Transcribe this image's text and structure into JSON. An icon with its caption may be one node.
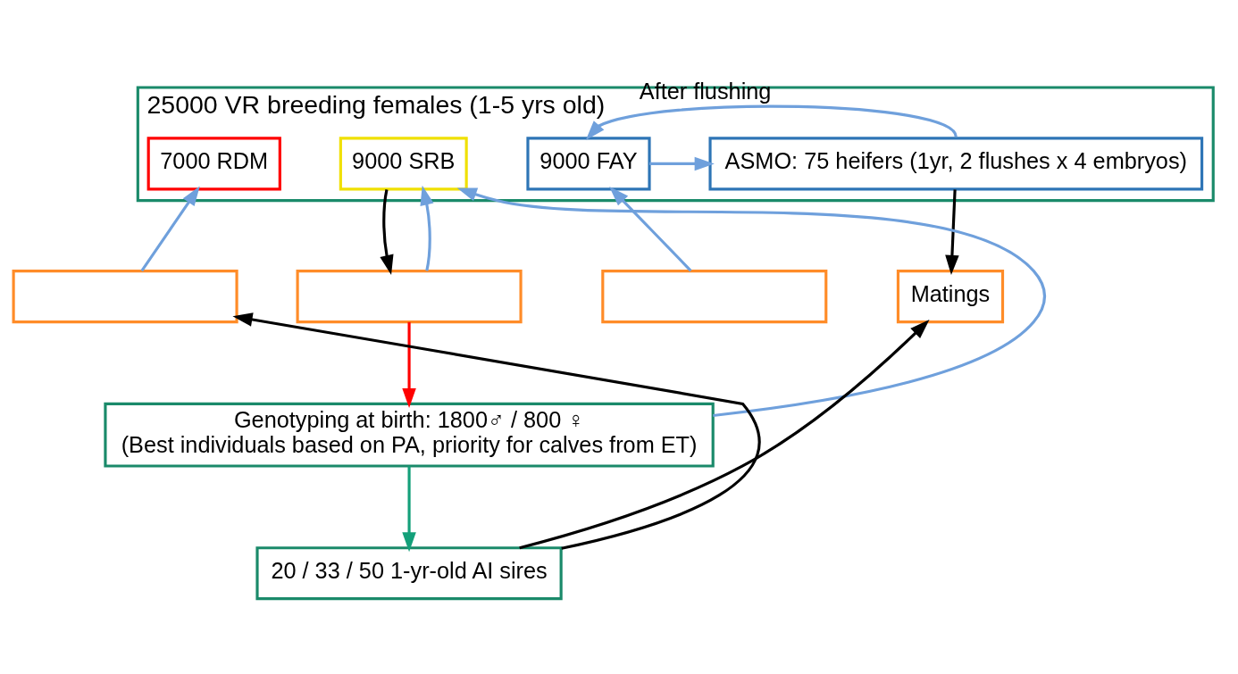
{
  "diagram": {
    "nodes": [
      {
        "text": [
          "25000 VR breeding females (1-5 yrs old)"
        ]
      },
      {
        "text": [
          "7000 RDM"
        ],
        "in": 0
      },
      {
        "text": [
          "9000 SRB"
        ],
        "in": 0
      },
      {
        "text": [
          "9000 FAY"
        ],
        "in": 0
      },
      {
        "text": [
          "ASMO: 75 heifers (1yr, 2 flushes x 4 embryos)"
        ],
        "in": 0
      },
      {
        "text": [],
        "shape": "box"
      },
      {
        "text": [],
        "shape": "box"
      },
      {
        "text": [],
        "shape": "box"
      },
      {
        "text": [
          "Matings"
        ]
      },
      {
        "text": [
          "Genotyping at birth: 1800♂ / 800 ♀",
          "(Best individuals based on PA, priority for calves from ET)"
        ]
      },
      {
        "text": [
          "20 / 33 / 50 1-yr-old AI sires"
        ]
      }
    ],
    "edges": [
      {
        "from": 5,
        "to": 1,
        "arrow": "to",
        "color": "#6fa0dc"
      },
      {
        "from": 6,
        "to": 2,
        "arrow": "to",
        "color": "#6fa0dc"
      },
      {
        "from": 7,
        "to": 3,
        "arrow": "to",
        "color": "#6fa0dc"
      },
      {
        "from": 9,
        "to": 2,
        "arrow": "to",
        "color": "#6fa0dc"
      },
      {
        "from": 3,
        "to": 4,
        "arrow": "to",
        "color": "#6fa0dc"
      },
      {
        "from": 4,
        "to": 3,
        "arrow": "to",
        "label": "After flushing",
        "color": "#6fa0dc"
      },
      {
        "from": 2,
        "to": 6,
        "arrow": "to",
        "color": "#000000"
      },
      {
        "from": 4,
        "to": 8,
        "arrow": "to",
        "color": "#000000"
      },
      {
        "from": 6,
        "to": 9,
        "arrow": "to",
        "color": "#ff0000"
      },
      {
        "from": 9,
        "to": 10,
        "arrow": "to",
        "color": "#14a07a"
      },
      {
        "from": 10,
        "to": 5,
        "arrow": "to",
        "color": "#000000"
      },
      {
        "from": 10,
        "to": 8,
        "arrow": "to",
        "color": "#000000"
      }
    ]
  }
}
